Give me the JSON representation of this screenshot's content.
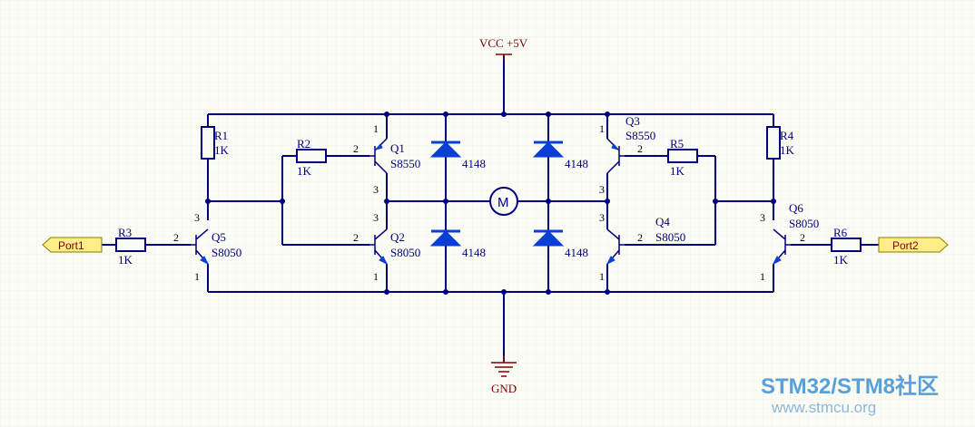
{
  "power": {
    "vcc": "VCC +5V",
    "gnd": "GND"
  },
  "ports": {
    "left": "Port1",
    "right": "Port2"
  },
  "motor": {
    "symbol": "M"
  },
  "resistors": {
    "r1": {
      "name": "R1",
      "value": "1K"
    },
    "r2": {
      "name": "R2",
      "value": "1K"
    },
    "r3": {
      "name": "R3",
      "value": "1K"
    },
    "r4": {
      "name": "R4",
      "value": "1K"
    },
    "r5": {
      "name": "R5",
      "value": "1K"
    },
    "r6": {
      "name": "R6",
      "value": "1K"
    }
  },
  "transistors": {
    "q1": {
      "name": "Q1",
      "part": "S8550"
    },
    "q2": {
      "name": "Q2",
      "part": "S8050"
    },
    "q3": {
      "name": "Q3",
      "part": "S8550"
    },
    "q4": {
      "name": "Q4",
      "part": "S8050"
    },
    "q5": {
      "name": "Q5",
      "part": "S8050"
    },
    "q6": {
      "name": "Q6",
      "part": "S8050"
    }
  },
  "diodes": {
    "d1": "4148",
    "d2": "4148",
    "d3": "4148",
    "d4": "4148"
  },
  "pins": {
    "p1": "1",
    "p2": "2",
    "p3": "3"
  },
  "watermark": {
    "brand": "STM32/STM8社区",
    "url": "www.stmcu.org"
  },
  "colors": {
    "wire": "#00007f",
    "diode": "#0a3fd6",
    "power": "#7f0000",
    "port_fill": "#ffee88",
    "background": "#fcfcf6"
  }
}
